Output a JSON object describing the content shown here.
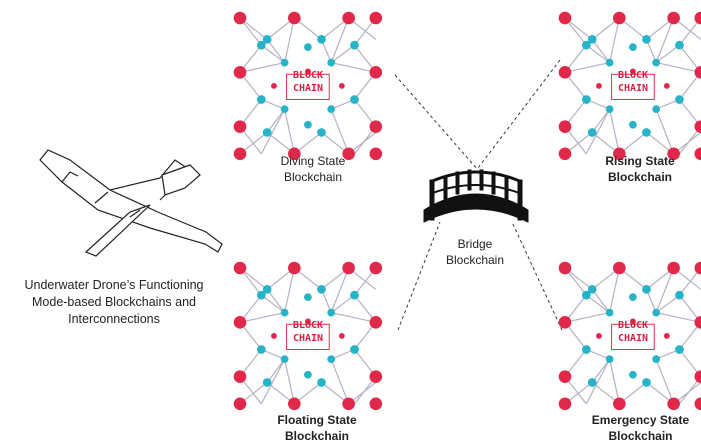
{
  "center_text": [
    "BLOCK",
    "CHAIN"
  ],
  "caption": {
    "line1": "Underwater Drone’s Functioning",
    "line2": "Mode-based Blockchains and",
    "line3": "Interconnections"
  },
  "blockchains": {
    "diving": {
      "line1": "Diving State",
      "line2": "Blockchain"
    },
    "rising": {
      "line1": "Rising State",
      "line2": "Blockchain"
    },
    "floating": {
      "line1": "Floating State",
      "line2": "Blockchain"
    },
    "emergency": {
      "line1": "Emergency State",
      "line2": "Blockchain"
    }
  },
  "bridge": {
    "line1": "Bridge",
    "line2": "Blockchain"
  },
  "colors": {
    "red_node": "#e0284a",
    "cyan_node": "#27b4c9",
    "edge": "#b9b3c6",
    "center_text": "#d81f45",
    "bridge": "#111111"
  },
  "icons": [
    "glider-drone-icon",
    "bridge-icon",
    "blockchain-network-icon"
  ]
}
